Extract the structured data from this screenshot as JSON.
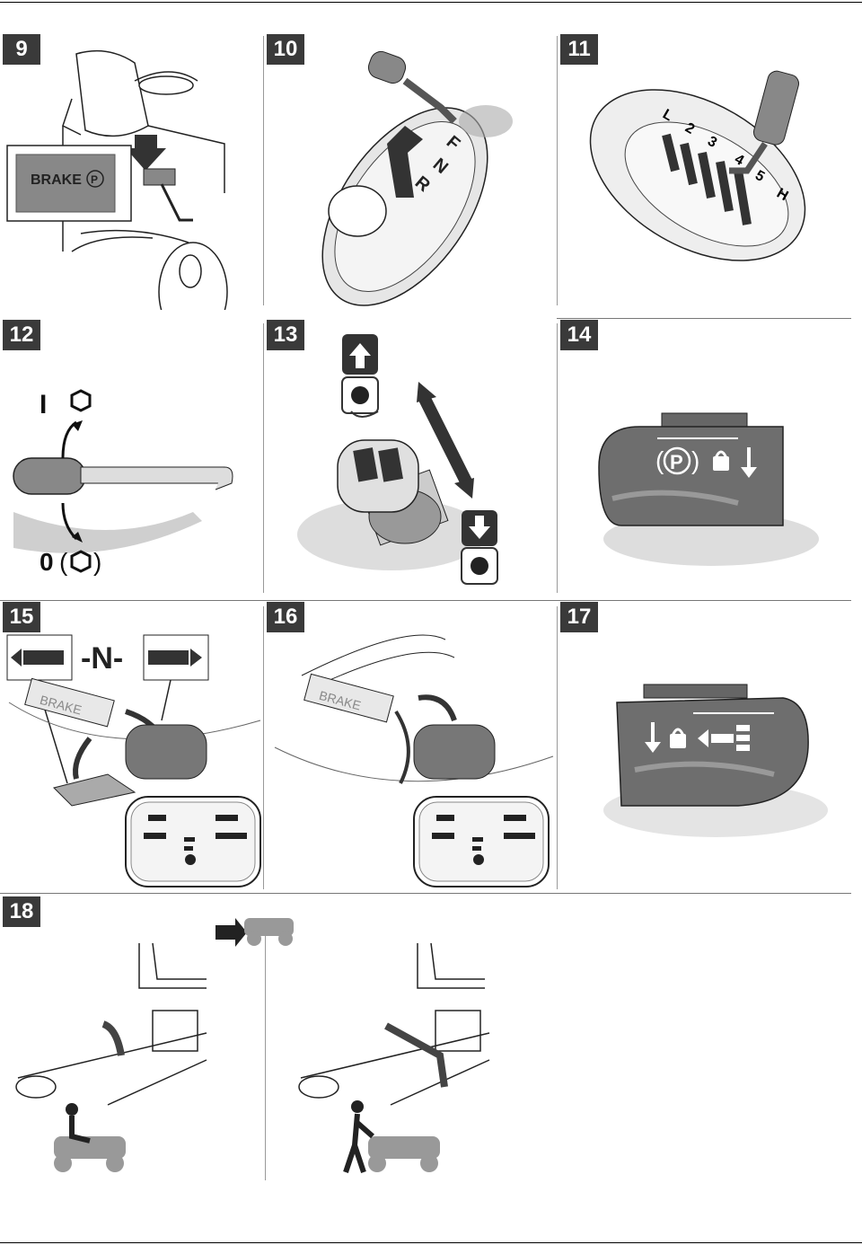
{
  "panels": [
    {
      "number": "9"
    },
    {
      "number": "10"
    },
    {
      "number": "11"
    },
    {
      "number": "12"
    },
    {
      "number": "13"
    },
    {
      "number": "14"
    },
    {
      "number": "15"
    },
    {
      "number": "16"
    },
    {
      "number": "17"
    },
    {
      "number": "18"
    }
  ],
  "labels": {
    "brake": "BRAKE",
    "park_symbol": "P",
    "gear_f": "F",
    "gear_n": "N",
    "gear_r": "R",
    "gear_l": "L",
    "gear_2": "2",
    "gear_3": "3",
    "gear_4": "4",
    "gear_5": "5",
    "gear_h": "H",
    "lever_i": "I",
    "lever_0": "0",
    "neutral": "-N-",
    "brake_pedal": "BRAKE"
  },
  "colors": {
    "dark_label": "#3a3a3a",
    "grey_fill": "#8a8a8a",
    "light_grey": "#d0d0d0",
    "line": "#222222"
  }
}
